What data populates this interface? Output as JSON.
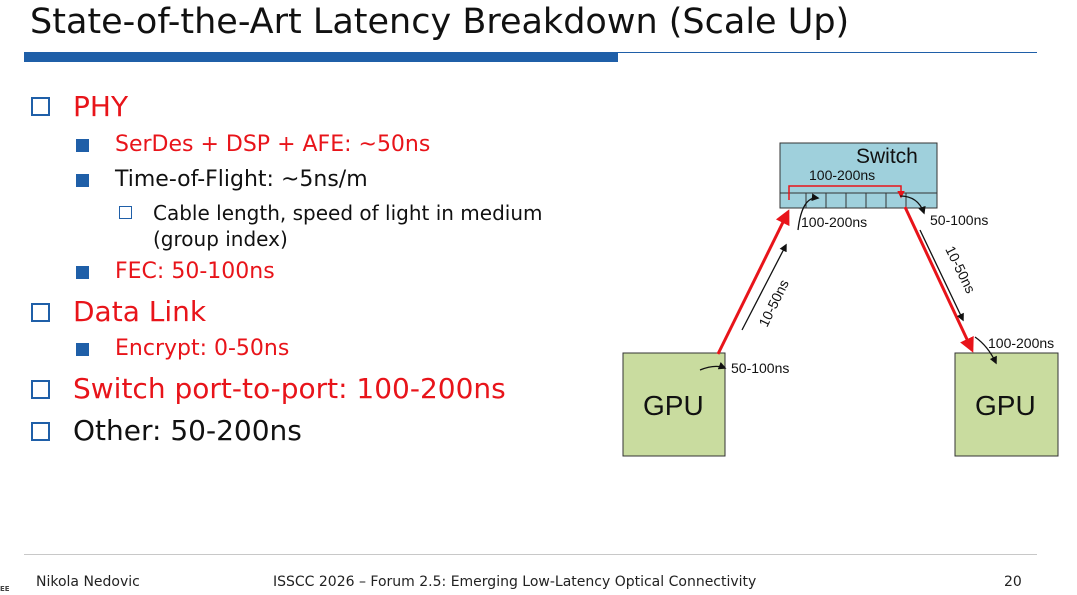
{
  "title": "State-of-the-Art Latency Breakdown (Scale Up)",
  "bullets": {
    "phy": "PHY",
    "serdes": "SerDes + DSP + AFE: ~50ns",
    "tof": "Time-of-Flight: ~5ns/m",
    "cable_1": "Cable length, speed of light in medium",
    "cable_2": "(group index)",
    "fec": "FEC: 50-100ns",
    "datalink": "Data Link",
    "encrypt": "Encrypt: 0-50ns",
    "switch_port": "Switch port-to-port: 100-200ns",
    "other": "Other: 50-200ns"
  },
  "diagram": {
    "switch_label": "Switch",
    "switch_internal": "100-200ns",
    "switch_ingress": "100-200ns",
    "switch_egress": "50-100ns",
    "left_link": "10-50ns",
    "right_link": "10-50ns",
    "gpu_left_out": "50-100ns",
    "gpu_right_in": "100-200ns",
    "gpu_left": "GPU",
    "gpu_right": "GPU",
    "colors": {
      "gpu_fill": "#c9dc9f",
      "switch_fill": "#9fd0dc",
      "path_red": "#e8141a"
    }
  },
  "footer": {
    "author": "Nikola Nedovic",
    "event": "ISSCC 2026 – Forum 2.5: Emerging Low-Latency Optical Connectivity",
    "page": "20"
  },
  "logo_text": "EE"
}
